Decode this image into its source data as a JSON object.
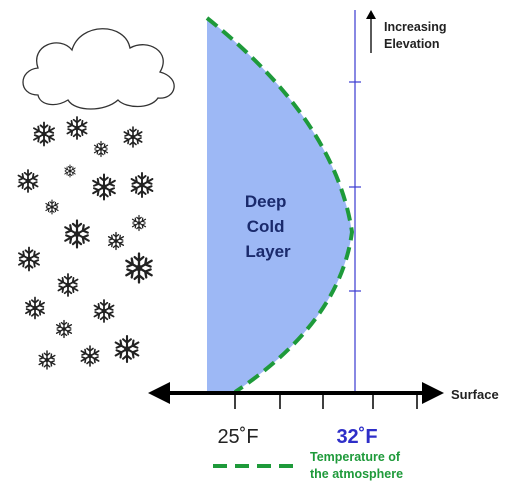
{
  "diagram": {
    "layer_label": [
      "Deep",
      "Cold",
      "Layer"
    ],
    "elevation_label": [
      "Increasing",
      "Elevation"
    ],
    "surface_label": "Surface",
    "temp_cold_label": "25˚F",
    "temp_freezing_label": "32˚F",
    "legend_label": [
      "Temperature of",
      "the atmosphere"
    ],
    "colors": {
      "layer_fill": "#9db8f5",
      "profile_line": "#1e9a3a",
      "freezing_line": "#3a3ad0",
      "freezing_text": "#2e2ec8",
      "legend_text": "#1e9a3a",
      "axis": "#000000"
    },
    "icons": [
      "cloud-icon",
      "snowflake-icon"
    ]
  }
}
